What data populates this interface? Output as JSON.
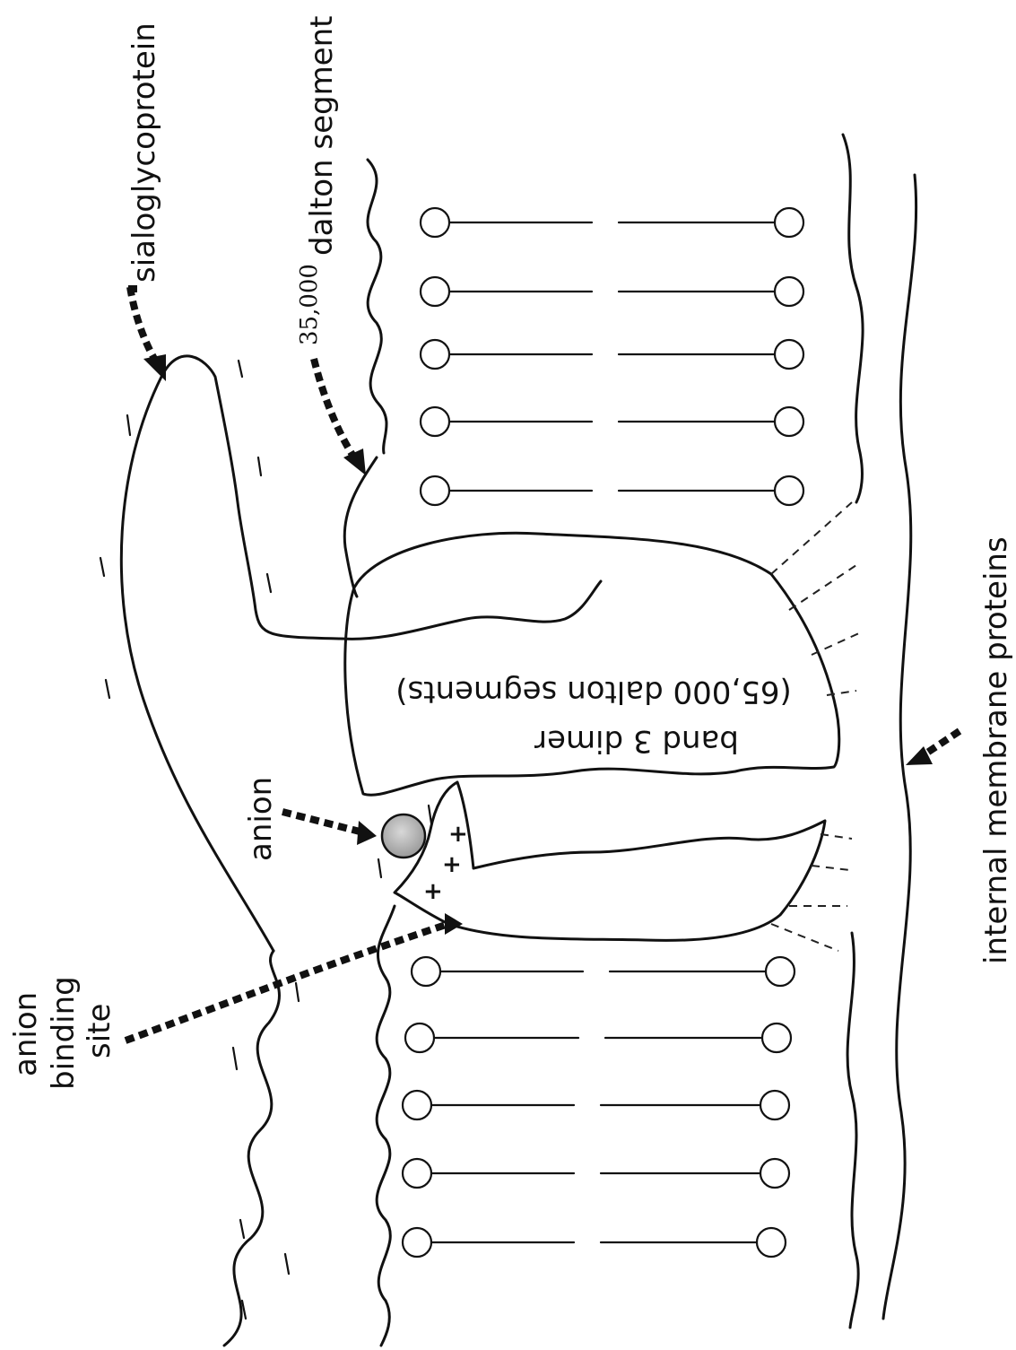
{
  "labels": {
    "sialoglycoprotein": "sialoglycoprotein",
    "segment_35k_number": "35,000",
    "segment_35k_text": "dalton segment",
    "band3": "band 3 dimer",
    "band3_sub": "(65,000 dalton segments)",
    "anion": "anion",
    "anion_binding_line1": "anion",
    "anion_binding_line2": "binding",
    "anion_binding_line3": "site",
    "internal_membrane_proteins": "internal membrane proteins"
  },
  "signs": {
    "minus": "–",
    "plus": "+"
  }
}
